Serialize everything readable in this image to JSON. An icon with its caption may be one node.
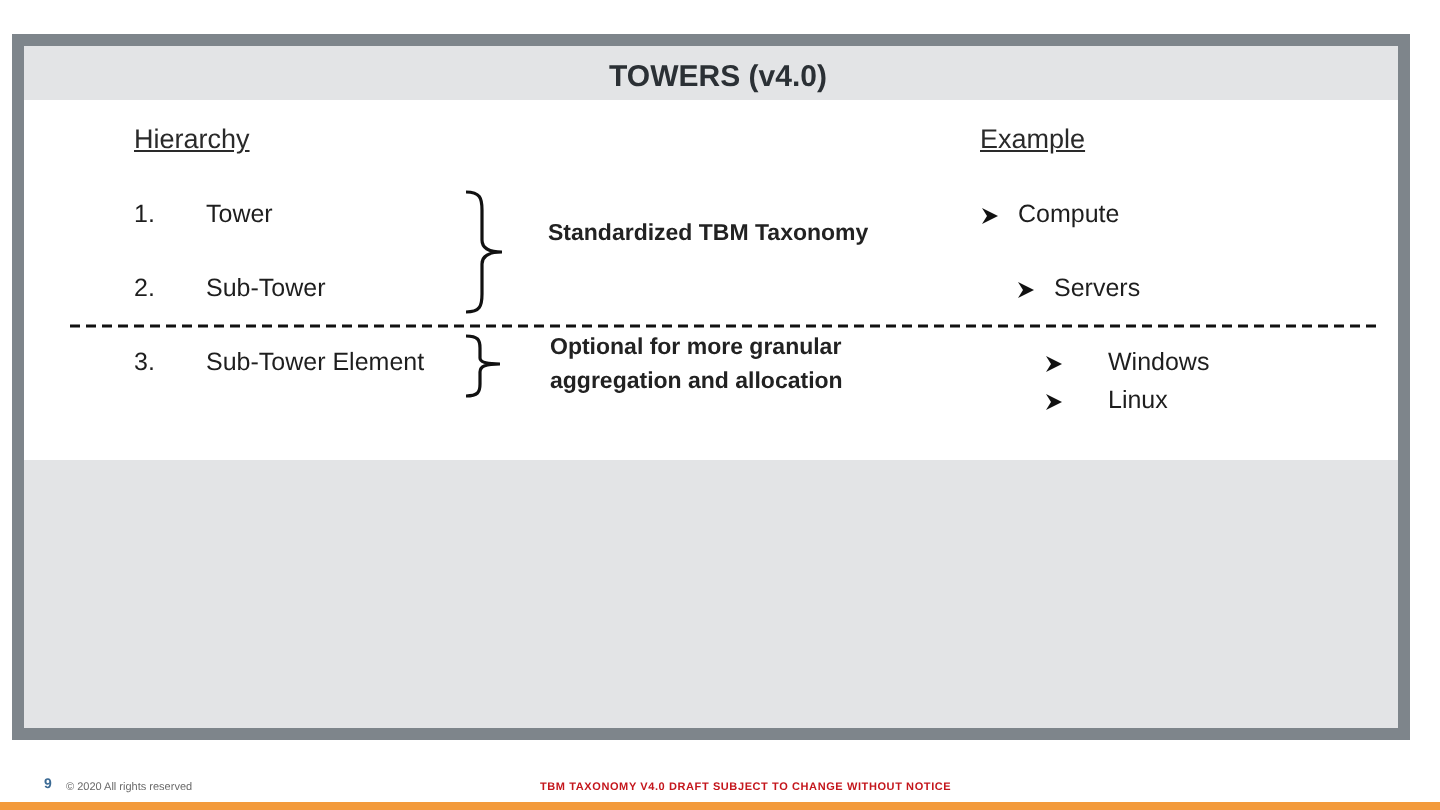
{
  "diagram": {
    "title": "TOWERS (v4.0)",
    "labels": [
      "Hierarchy",
      "Example",
      "1.",
      "Tower",
      "Standardized TBM Taxonomy",
      "Compute",
      "2.",
      "Sub-Tower",
      "Servers",
      "3.",
      "Sub-Tower Element",
      "Optional for more granular aggregation and allocation",
      "Windows",
      "Linux",
      "9",
      "© 2020 All rights reserved",
      "TBM TAXONOMY V4.0 DRAFT SUBJECT TO CHANGE WITHOUT NOTICE"
    ]
  }
}
